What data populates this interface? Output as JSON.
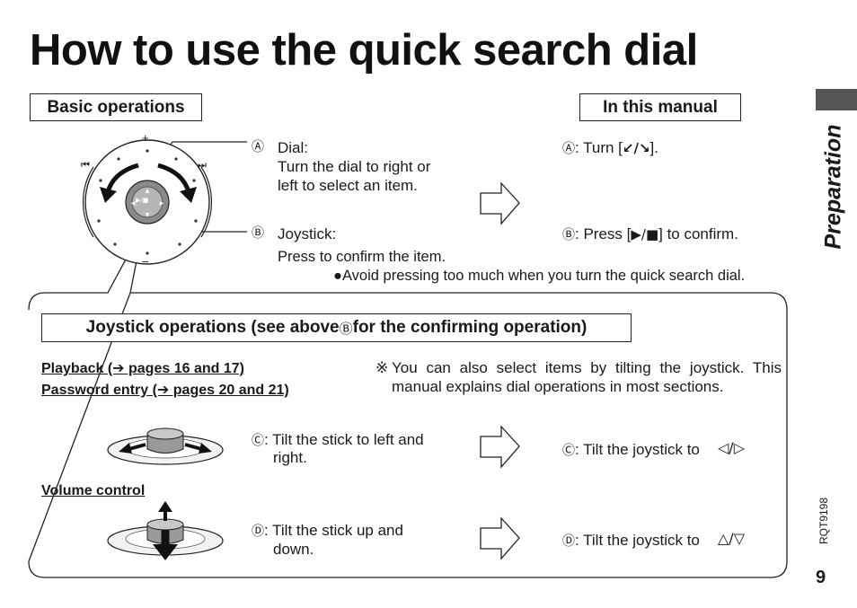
{
  "page": {
    "title": "How to use the quick search dial",
    "section_tab": "Preparation",
    "doc_code": "RQT9198",
    "page_number": "9"
  },
  "basic": {
    "label": "Basic operations",
    "manual_label": "In this manual",
    "dial_marker": "Ⓐ",
    "dial_title": "Dial:",
    "dial_line1": "Turn the dial to right or",
    "dial_line2": "left to select an item.",
    "dial_manual": ": Turn [",
    "dial_manual_icon": "↙/↘",
    "dial_manual_end": "].",
    "joy_marker": "Ⓑ",
    "joy_title": "Joystick:",
    "joy_line": "Press to confirm the item.",
    "joy_manual_a": ": Press [",
    "joy_manual_icon": "▶/■",
    "joy_manual_b": "] to confirm.",
    "note": "●Avoid pressing too much when you turn the quick search dial.",
    "dial_plus": "+",
    "dial_minus": "–",
    "dial_prev": "⏮",
    "dial_next": "⏭",
    "center_label": "▶/■"
  },
  "joystick": {
    "label": "Joystick operations (see above ",
    "label_marker": "Ⓑ",
    "label_end": " for the confirming operation)",
    "link1": "Playback (➔ pages 16 and 17)",
    "link2": "Password entry (➔ pages 20 and 21)",
    "note_mark": "※",
    "note_line1": "You can also select items by tilting the joystick. This",
    "note_line2": "manual explains dial operations in most sections.",
    "c_marker": "Ⓒ",
    "c_line1": ": Tilt the stick to left and",
    "c_line2": "right.",
    "c_manual": ": Tilt the joystick to",
    "c_symbols": "◁/▷",
    "volume_label": "Volume control",
    "d_marker": "Ⓓ",
    "d_line1": ": Tilt the stick up and",
    "d_line2": "down.",
    "d_manual": ": Tilt the joystick to",
    "d_symbols": "△/▽"
  }
}
